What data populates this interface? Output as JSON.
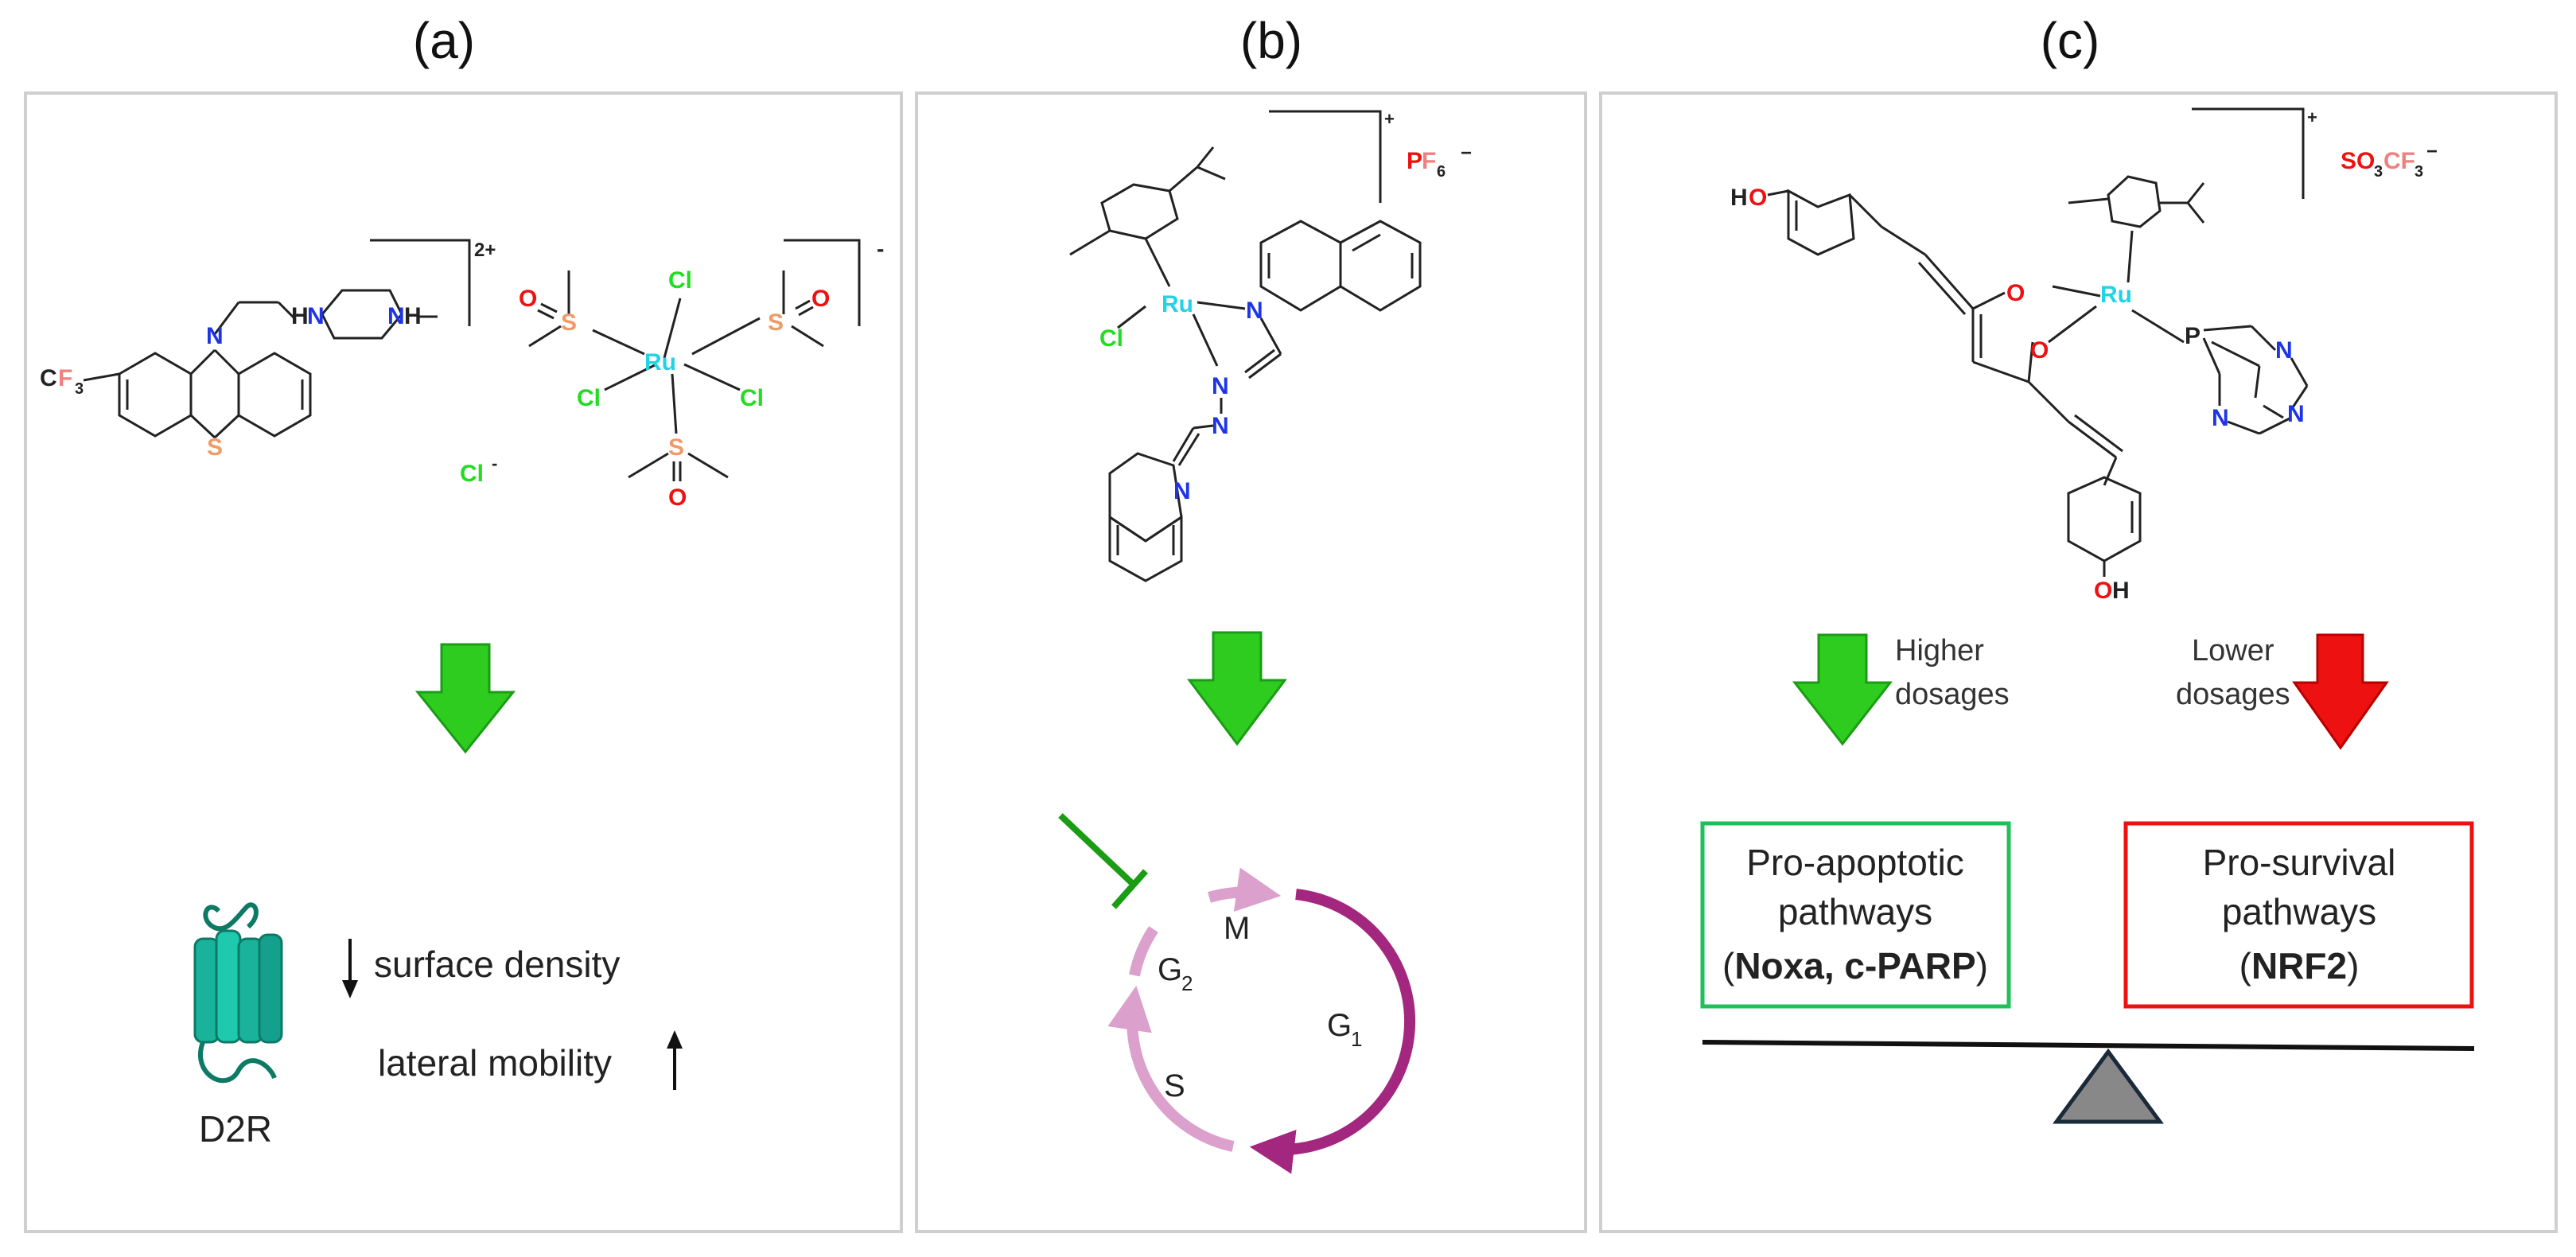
{
  "colors": {
    "green": "#2ecc1f",
    "green_dark": "#1a9c14",
    "red": "#ee1111",
    "teal": "#19b39c",
    "magenta": "#a3267f",
    "pink": "#dba0cb",
    "panel_border": "#cfcfcf",
    "ru": "#22d3e6",
    "cl": "#22dd22",
    "n": "#1d35e6",
    "o": "#ee1111",
    "s": "#f09a66",
    "f": "#f08080"
  },
  "panel_a": {
    "label": "(a)",
    "complex_charge": "2+",
    "anion_charge": "-",
    "chloride": "Cl",
    "chloride_charge": "-",
    "atoms": {
      "cf3_c": "C",
      "cf3_f": "F",
      "cf3_3": "3",
      "n": "N",
      "s": "S",
      "hn1": "H",
      "n1": "N",
      "n2": "N",
      "h2": "H",
      "ru": "Ru",
      "cl": "Cl",
      "o": "O",
      "sulfur": "S"
    },
    "receptor": "D2R",
    "receptor_icon": "gpcr-receptor-icon",
    "effect_1": "surface density",
    "effect_2": "lateral mobility"
  },
  "panel_b": {
    "label": "(b)",
    "charge": "+",
    "counterion_p": "P",
    "counterion_f": "F",
    "counterion_6": "6",
    "counterion_charge": "−",
    "atoms": {
      "ru": "Ru",
      "cl": "Cl",
      "n": "N"
    },
    "cycle": {
      "m": "M",
      "g2": "G",
      "g2_sub": "2",
      "g1": "G",
      "g1_sub": "1",
      "s": "S"
    }
  },
  "panel_c": {
    "label": "(c)",
    "charge": "+",
    "counterion_so": "SO",
    "counterion_3a": "3",
    "counterion_cf": "CF",
    "counterion_3b": "3",
    "counterion_charge": "−",
    "atoms": {
      "ho_h": "H",
      "ho_o": "O",
      "oh_o": "O",
      "oh_h": "H",
      "o": "O",
      "ru": "Ru",
      "p": "P",
      "n": "N"
    },
    "arrow_high_label_1": "Higher",
    "arrow_high_label_2": "dosages",
    "arrow_low_label_1": "Lower",
    "arrow_low_label_2": "dosages",
    "box_left_1": "Pro-apoptotic",
    "box_left_2": "pathways",
    "box_left_3a": "(",
    "box_left_3b": "Noxa, c-PARP",
    "box_left_3c": ")",
    "box_right_1": "Pro-survival",
    "box_right_2": "pathways",
    "box_right_3a": "(",
    "box_right_3b": "NRF2",
    "box_right_3c": ")"
  }
}
